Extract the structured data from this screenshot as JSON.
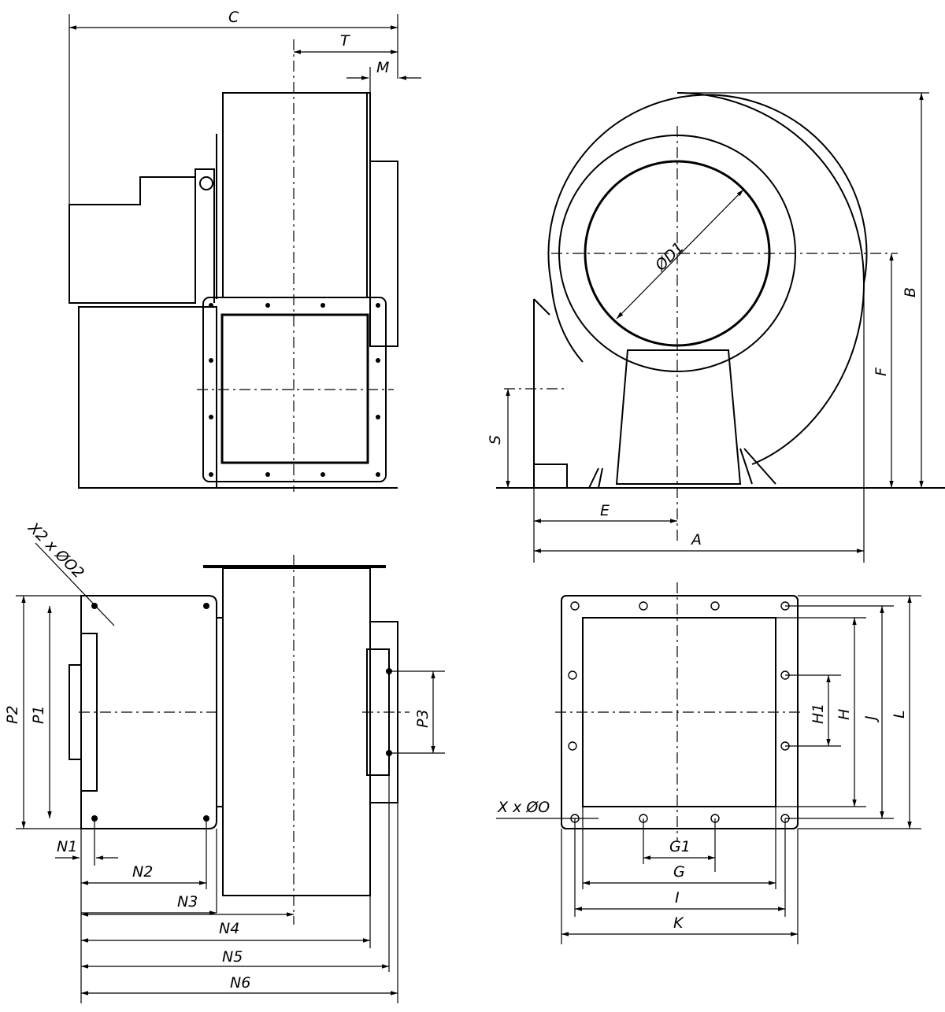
{
  "labels": {
    "C": "C",
    "T": "T",
    "M": "M",
    "D1": "ØD1",
    "B": "B",
    "F": "F",
    "S": "S",
    "E": "E",
    "A": "A",
    "X2": "X2 x ØO2",
    "P2": "P2",
    "P1": "P1",
    "P3": "P3",
    "N1": "N1",
    "N2": "N2",
    "N3": "N3",
    "N4": "N4",
    "N5": "N5",
    "N6": "N6",
    "X": "X x ØO",
    "G1": "G1",
    "G": "G",
    "I": "I",
    "K": "K",
    "H1": "H1",
    "H": "H",
    "J": "J",
    "L": "L"
  }
}
